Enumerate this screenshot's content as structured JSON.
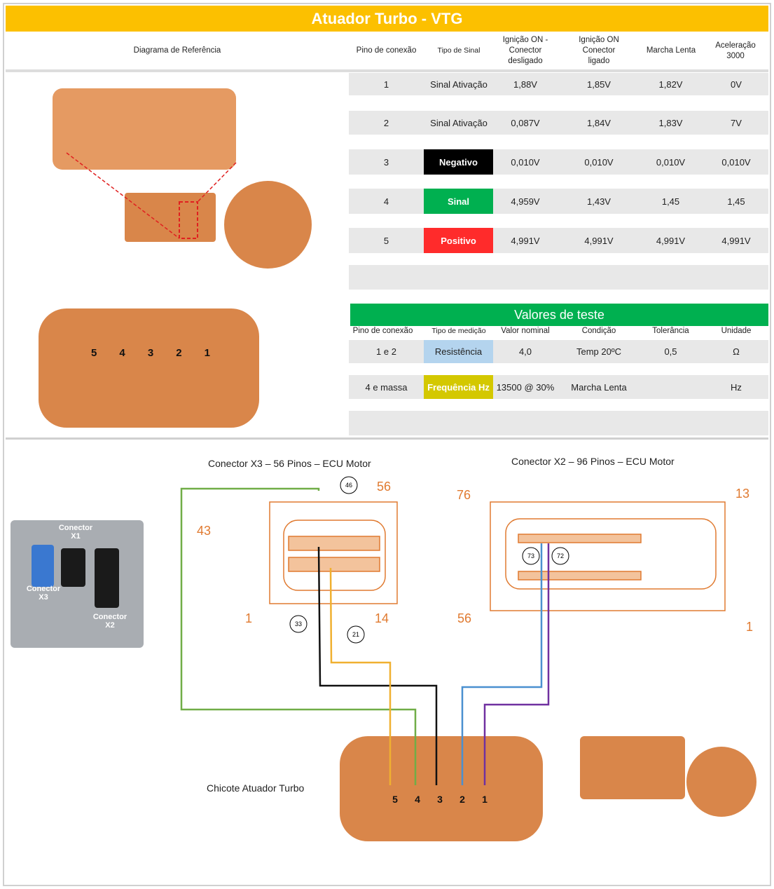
{
  "title": "Atuador Turbo - VTG",
  "headers": {
    "ref": "Diagrama de Referência",
    "pin": "Pino de conexão",
    "tipo": "Tipo de Sinal",
    "ign_off": "Ignição ON - Conector desligado",
    "ign_on": "Ignição ON Conector ligado",
    "marcha": "Marcha Lenta",
    "acel": "Aceleração 3000"
  },
  "pins": [
    {
      "pin": "1",
      "tipo": "Sinal Ativação",
      "ign_off": "1,88V",
      "ign_on": "1,85V",
      "marcha": "1,82V",
      "acel": "0V"
    },
    {
      "pin": "2",
      "tipo": "Sinal Ativação",
      "ign_off": "0,087V",
      "ign_on": "1,84V",
      "marcha": "1,83V",
      "acel": "7V"
    },
    {
      "pin": "3",
      "tipo": "Negativo",
      "ign_off": "0,010V",
      "ign_on": "0,010V",
      "marcha": "0,010V",
      "acel": "0,010V"
    },
    {
      "pin": "4",
      "tipo": "Sinal",
      "ign_off": "4,959V",
      "ign_on": "1,43V",
      "marcha": "1,45",
      "acel": "1,45"
    },
    {
      "pin": "5",
      "tipo": "Positivo",
      "ign_off": "4,991V",
      "ign_on": "4,991V",
      "marcha": "4,991V",
      "acel": "4,991V"
    }
  ],
  "colors": {
    "title": "#fcc000",
    "negativo": "#000000",
    "sinal": "#00b050",
    "positivo": "#ff2b2b",
    "resistencia": "#b4d4ee",
    "frequencia": "#d4c800"
  },
  "test": {
    "title": "Valores de teste",
    "headers": {
      "pin": "Pino de conexão",
      "tipo": "Tipo de medição",
      "nominal": "Valor nominal",
      "cond": "Condição",
      "tol": "Tolerância",
      "unid": "Unidade"
    },
    "rows": [
      {
        "pin": "1 e 2",
        "tipo": "Resistência",
        "nominal": "4,0",
        "cond": "Temp 20ºC",
        "tol": "0,5",
        "unid": "Ω"
      },
      {
        "pin": "4 e massa",
        "tipo": "Frequência Hz",
        "nominal": "13500 @ 30%",
        "cond": "Marcha Lenta",
        "tol": "",
        "unid": "Hz"
      }
    ]
  },
  "connector_pins": [
    "5",
    "4",
    "3",
    "2",
    "1"
  ],
  "diagram": {
    "x3_title": "Conector X3 – 56 Pinos – ECU Motor",
    "x2_title": "Conector X2 – 96 Pinos – ECU Motor",
    "harness": "Chicote Atuador Turbo",
    "ecu": {
      "x1": "Conector X1",
      "x3": "Conector X3",
      "x2": "Conector X2"
    },
    "x3_pins": [
      "46",
      "56",
      "43",
      "1",
      "14",
      "33",
      "21"
    ],
    "x2_pins": [
      "76",
      "13",
      "73",
      "72",
      "56",
      "1"
    ]
  }
}
